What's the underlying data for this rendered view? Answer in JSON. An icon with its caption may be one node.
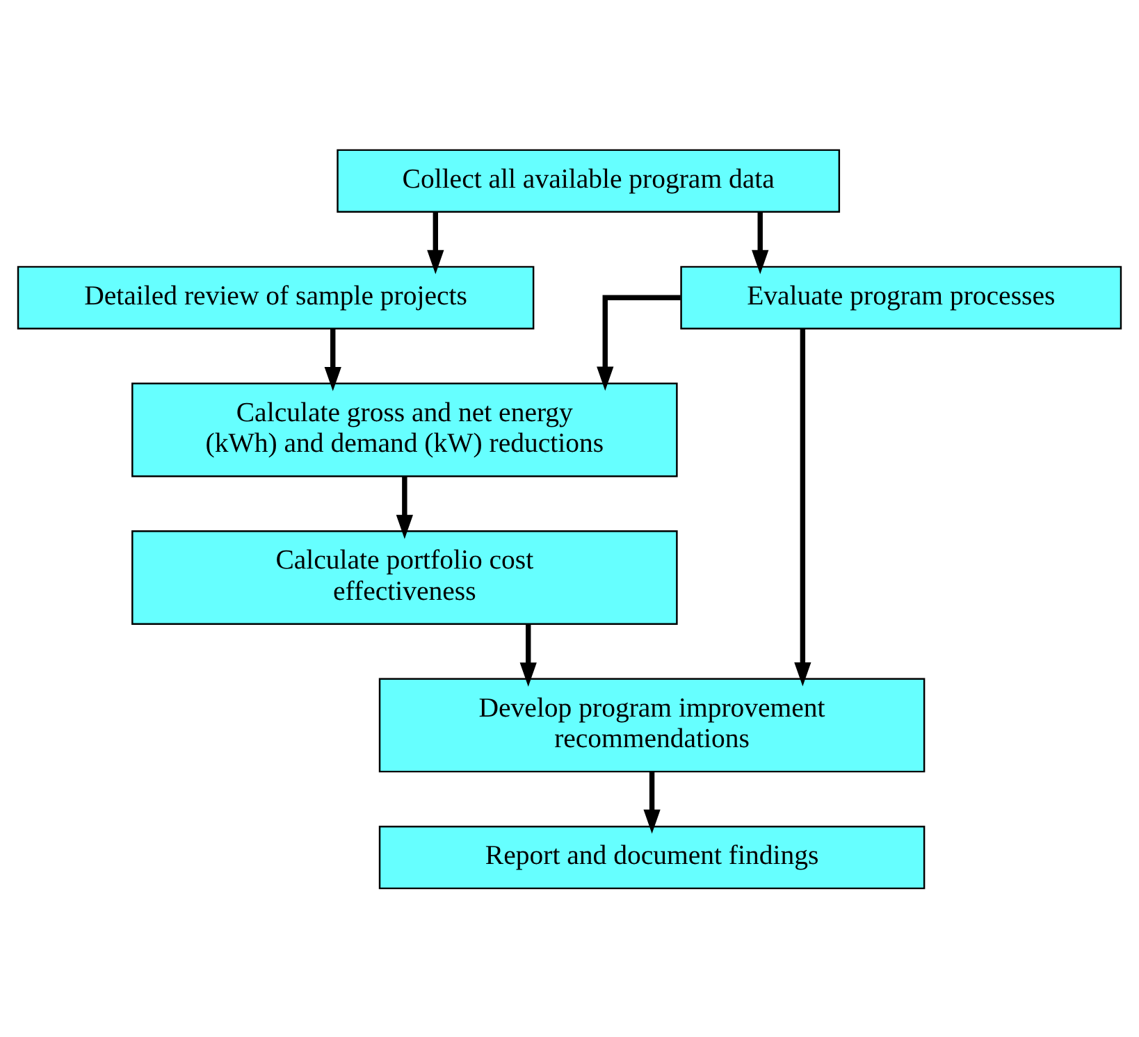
{
  "diagram": {
    "nodes": [
      {
        "text": [
          "Collect all available program data"
        ]
      },
      {
        "text": [
          "Detailed review of sample projects"
        ]
      },
      {
        "text": [
          "Evaluate program processes"
        ]
      },
      {
        "text": [
          "Calculate gross and net energy (kWh) and demand (kW) reductions"
        ]
      },
      {
        "text": [
          "Calculate portfolio cost effectiveness"
        ]
      },
      {
        "text": [
          "Develop program improvement recommendations"
        ]
      },
      {
        "text": [
          "Report and document findings"
        ]
      }
    ],
    "edges": [
      {
        "from": 0,
        "to": 1,
        "arrow": "to"
      },
      {
        "from": 0,
        "to": 2,
        "arrow": "to"
      },
      {
        "from": 1,
        "to": 3,
        "arrow": "to"
      },
      {
        "from": 2,
        "to": 3,
        "arrow": "to"
      },
      {
        "from": 2,
        "to": 5,
        "arrow": "to"
      },
      {
        "from": 3,
        "to": 4,
        "arrow": "to"
      },
      {
        "from": 4,
        "to": 5,
        "arrow": "to"
      },
      {
        "from": 5,
        "to": 6,
        "arrow": "to"
      }
    ]
  }
}
